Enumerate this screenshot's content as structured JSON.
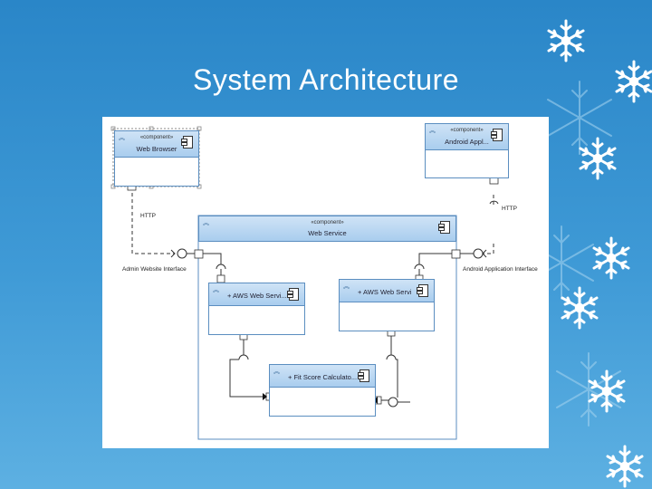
{
  "slide": {
    "title": "System Architecture"
  },
  "diagram": {
    "components": [
      {
        "id": "web-browser",
        "stereotype": "«component»",
        "name": "Web Browser"
      },
      {
        "id": "android-app",
        "stereotype": "«component»",
        "name": "Android Appl..."
      },
      {
        "id": "web-service",
        "stereotype": "«component»",
        "name": "Web Service"
      },
      {
        "id": "aws-1",
        "name": "+ AWS Web Servi..."
      },
      {
        "id": "aws-2",
        "name": "+ AWS Web Servi"
      },
      {
        "id": "fitscore",
        "name": "+ Fit Score Calculato..."
      }
    ],
    "labels": {
      "http_left": "HTTP",
      "http_right": "HTTP",
      "admin_interface": "Admin Website Interface",
      "android_interface": "Android Application Interface"
    }
  },
  "colors": {
    "background_top": "#2a86c8",
    "background_bottom": "#5db0e2",
    "component_header": "#a9cdee",
    "component_border": "#5b8ec0"
  }
}
